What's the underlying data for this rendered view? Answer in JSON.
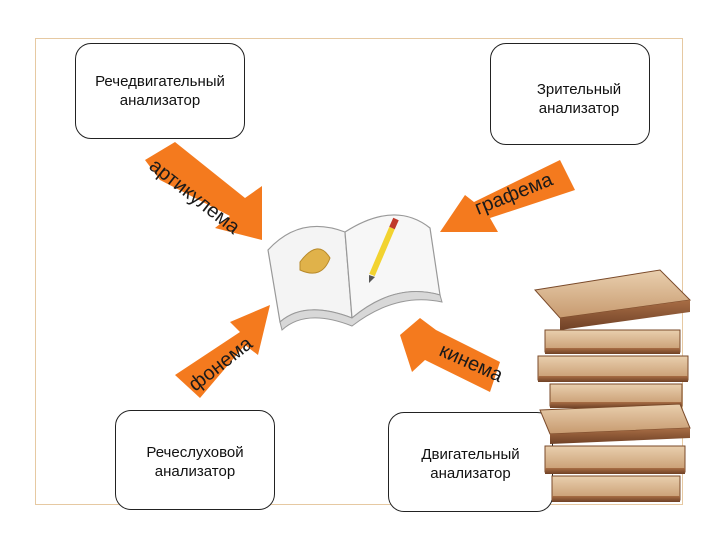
{
  "boxes": {
    "speech_motor": {
      "line1": "Речедвигательный",
      "line2": "анализатор"
    },
    "visual": {
      "line1": "Зрительный",
      "line2": "анализатор"
    },
    "auditory": {
      "line1": "Речеслуховой",
      "line2": "анализатор"
    },
    "motor": {
      "line1": "Двигательный",
      "line2": "анализатор"
    }
  },
  "arrows": {
    "top_left": "артикулема",
    "top_right": "графема",
    "bottom_left": "фонема",
    "bottom_right": "кинема"
  },
  "colors": {
    "arrow": "#f47a1e",
    "frame": "#e6c9a2"
  }
}
